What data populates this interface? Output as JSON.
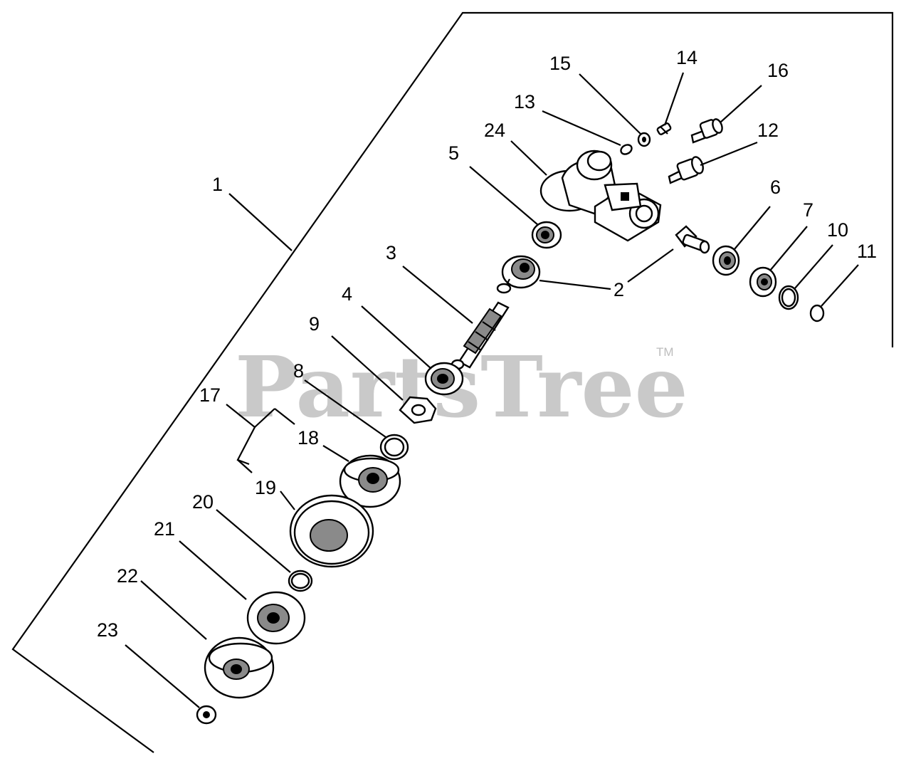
{
  "diagram": {
    "watermark": "PartsTree",
    "trademark": "TM",
    "callouts": [
      {
        "id": "1",
        "text": "1"
      },
      {
        "id": "2",
        "text": "2"
      },
      {
        "id": "3",
        "text": "3"
      },
      {
        "id": "4",
        "text": "4"
      },
      {
        "id": "5",
        "text": "5"
      },
      {
        "id": "6",
        "text": "6"
      },
      {
        "id": "7",
        "text": "7"
      },
      {
        "id": "8",
        "text": "8"
      },
      {
        "id": "9",
        "text": "9"
      },
      {
        "id": "10",
        "text": "10"
      },
      {
        "id": "11",
        "text": "11"
      },
      {
        "id": "12",
        "text": "12"
      },
      {
        "id": "13",
        "text": "13"
      },
      {
        "id": "14",
        "text": "14"
      },
      {
        "id": "15",
        "text": "15"
      },
      {
        "id": "16",
        "text": "16"
      },
      {
        "id": "17",
        "text": "17"
      },
      {
        "id": "18",
        "text": "18"
      },
      {
        "id": "19",
        "text": "19"
      },
      {
        "id": "20",
        "text": "20"
      },
      {
        "id": "21",
        "text": "21"
      },
      {
        "id": "22",
        "text": "22"
      },
      {
        "id": "23",
        "text": "23"
      },
      {
        "id": "24",
        "text": "24"
      }
    ]
  }
}
